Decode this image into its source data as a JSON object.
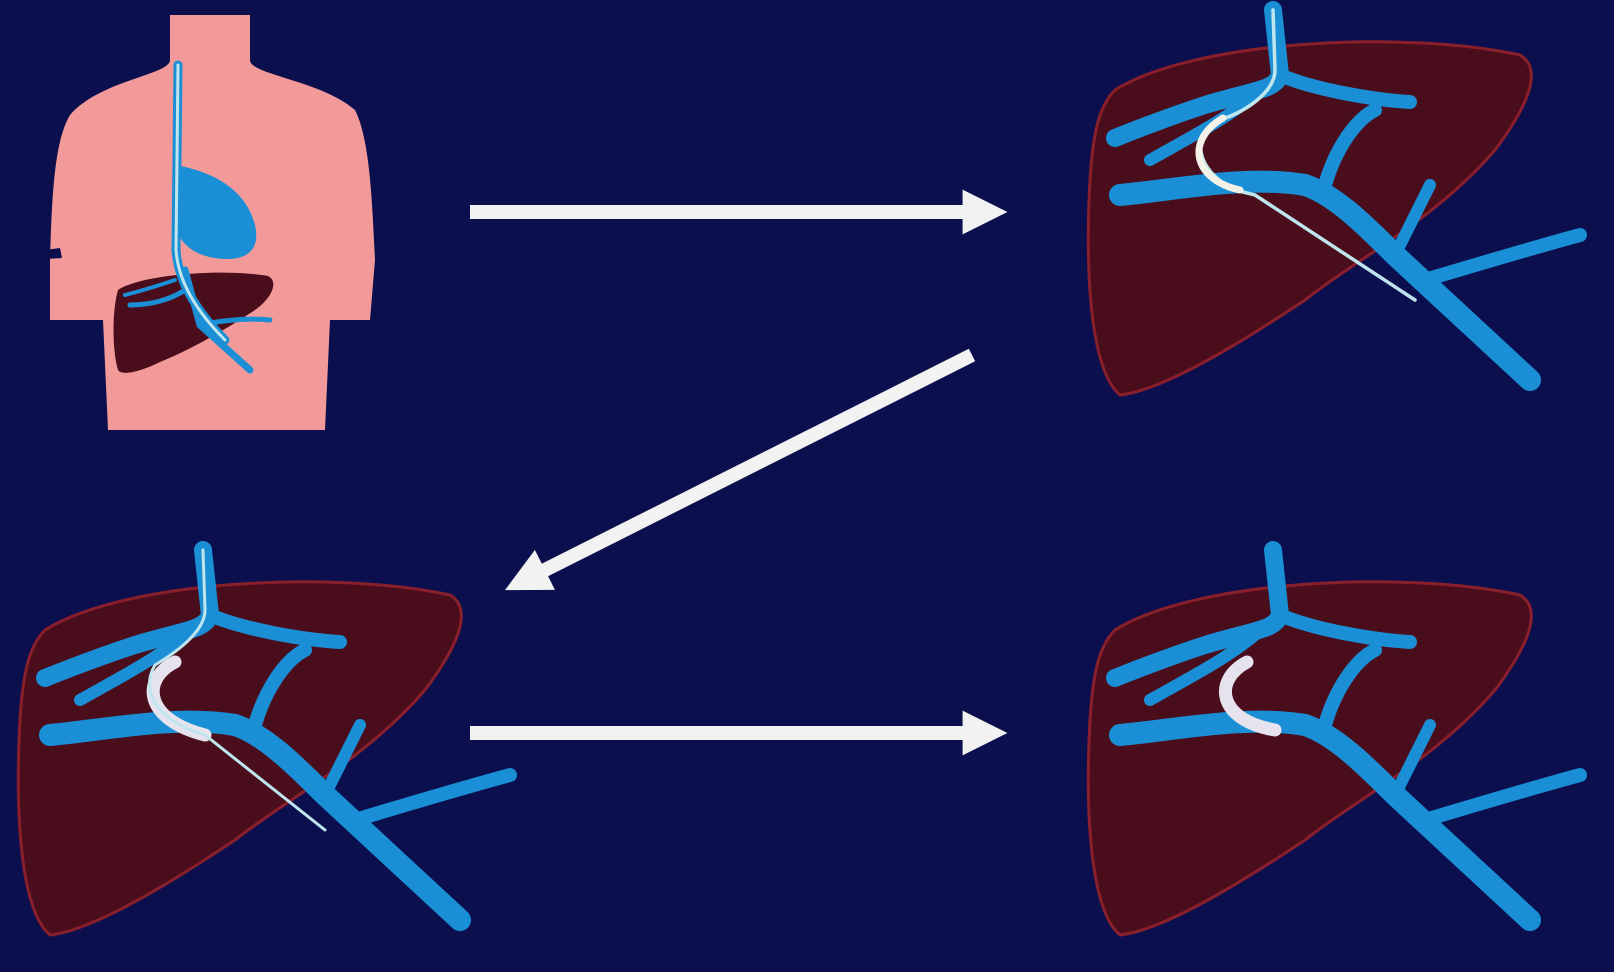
{
  "colors": {
    "background": "#0b0f4d",
    "skin": "#f29a9a",
    "liver_fill": "#4a0d1c",
    "liver_outline": "#8a1f2c",
    "vessel": "#1a8fd6",
    "catheter": "#bfe6ee",
    "stent": "#e6e3ef",
    "arrow": "#f2f2f2",
    "stomach": "#1a8fd6"
  },
  "panels": [
    {
      "id": "body-overview",
      "icon": "torso-with-catheter"
    },
    {
      "id": "step-catheter-tract",
      "icon": "liver-catheter-tract"
    },
    {
      "id": "step-stent-deployed",
      "icon": "liver-stent-with-catheter"
    },
    {
      "id": "step-final-shunt",
      "icon": "liver-stent-final"
    }
  ],
  "arrows": [
    {
      "id": "overview-to-tract",
      "direction": "right"
    },
    {
      "id": "tract-to-stent",
      "direction": "down-left"
    },
    {
      "id": "stent-to-final",
      "direction": "right"
    }
  ]
}
